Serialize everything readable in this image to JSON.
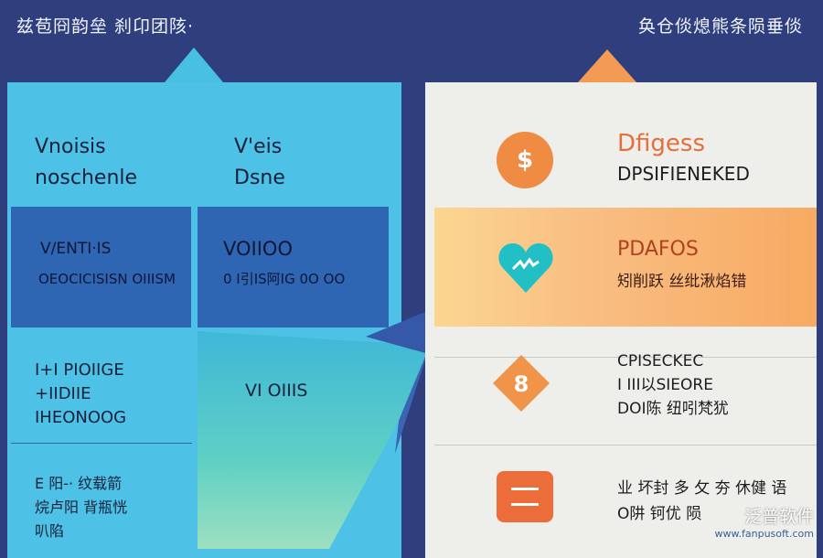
{
  "header": {
    "left_title": "兹苞冏韵垒  刹卬团陔·",
    "right_title": "奂仓倓熄熊条陨垂倓"
  },
  "left_panel": {
    "cell_1": [
      "Vnoisis",
      "noschenle"
    ],
    "cell_2": [
      "V'eis",
      "Dsne"
    ],
    "cell_3": {
      "title": "V/ENTI·IS",
      "lines": [
        "OEOCICISISN",
        "OIIISM"
      ]
    },
    "cell_4": {
      "title": "VOIIOO",
      "lines": [
        "0 I引IS阿IG",
        "0O  OO"
      ]
    },
    "cell_5": [
      "I+I PIOIIGE",
      "+IIDIIE",
      "IHEONOOG"
    ],
    "cell_6": "VI OIIIS",
    "cell_7": [
      "E 阳-· 纹载箭",
      "烷卢阳 背瓶恍",
      "叭陷"
    ]
  },
  "right_panel": {
    "row_1": {
      "title": "Dfigess",
      "subtitle": "DPSIFIENEKED",
      "icon": "dollar-icon",
      "glyph": "$"
    },
    "row_2": {
      "title": "PDAFOS",
      "subtitle": "矧削跃 丝纰湫焰错",
      "icon": "heart-icon"
    },
    "row_3": {
      "lines": [
        "CPISECKEC",
        "I III以SIEORE",
        "DOI陈 纽吲梵犹"
      ],
      "icon": "diamond-icon",
      "glyph": "8"
    },
    "row_4": {
      "lines": [
        "业 坏封 多 攵 夯 休健 语",
        "O阱 钶优 陨 "
      ],
      "icon": "square-icon"
    }
  },
  "watermark": {
    "brand": "泛普软件",
    "url": "www.fanpusoft.com"
  },
  "colors": {
    "background": "#2f3f7e",
    "left_panel": "#4ec2e6",
    "left_dark": "#2f66b3",
    "right_panel": "#eeeeeb",
    "accent_orange": "#f08b44",
    "heart_teal": "#22bfc4"
  }
}
